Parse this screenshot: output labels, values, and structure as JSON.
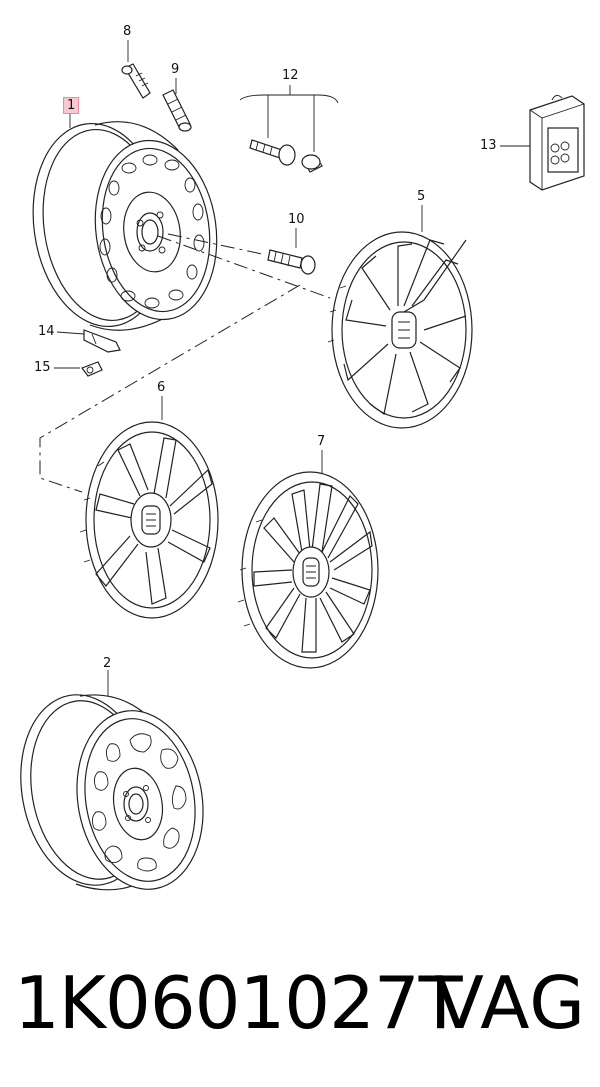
{
  "callouts": [
    {
      "id": "1",
      "label": "1",
      "highlighted": true
    },
    {
      "id": "2",
      "label": "2"
    },
    {
      "id": "5",
      "label": "5"
    },
    {
      "id": "6",
      "label": "6"
    },
    {
      "id": "7",
      "label": "7"
    },
    {
      "id": "8",
      "label": "8"
    },
    {
      "id": "9",
      "label": "9"
    },
    {
      "id": "10",
      "label": "10"
    },
    {
      "id": "12",
      "label": "12"
    },
    {
      "id": "13",
      "label": "13"
    },
    {
      "id": "14",
      "label": "14"
    },
    {
      "id": "15",
      "label": "15"
    }
  ],
  "footer": {
    "part_number": "1K0601027T",
    "brand": "VAG"
  },
  "colors": {
    "highlight": "#f7c9cf",
    "line": "#222222"
  }
}
